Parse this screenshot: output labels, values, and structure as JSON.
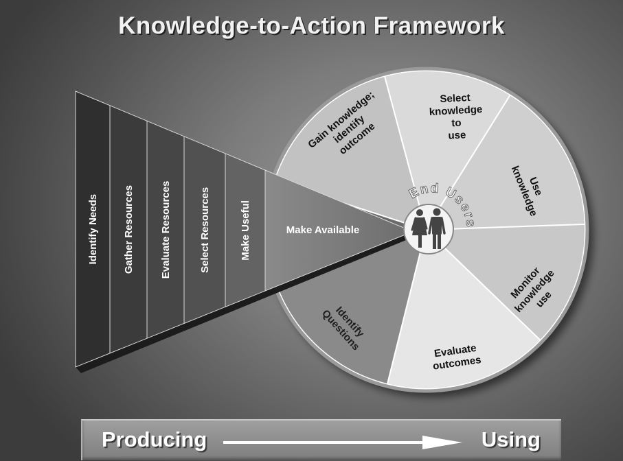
{
  "title": "Knowledge-to-Action Framework",
  "producing_steps": [
    "Identify Needs",
    "Gather Resources",
    "Evaluate Resources",
    "Select Resources",
    "Make Useful",
    "Make Available"
  ],
  "cycle_steps": [
    {
      "lines": [
        "Gain knowledge;",
        "identify",
        "outcome"
      ]
    },
    {
      "lines": [
        "Select",
        "knowledge",
        "to",
        "use"
      ]
    },
    {
      "lines": [
        "Use",
        "knowledge"
      ]
    },
    {
      "lines": [
        "Monitor",
        "knowledge",
        "use"
      ]
    },
    {
      "lines": [
        "Evaluate",
        "outcomes"
      ]
    },
    {
      "lines": [
        "Identify",
        "Questions"
      ]
    }
  ],
  "center_label": "End Users",
  "bottom_bar": {
    "left_label": "Producing",
    "right_label": "Using"
  }
}
